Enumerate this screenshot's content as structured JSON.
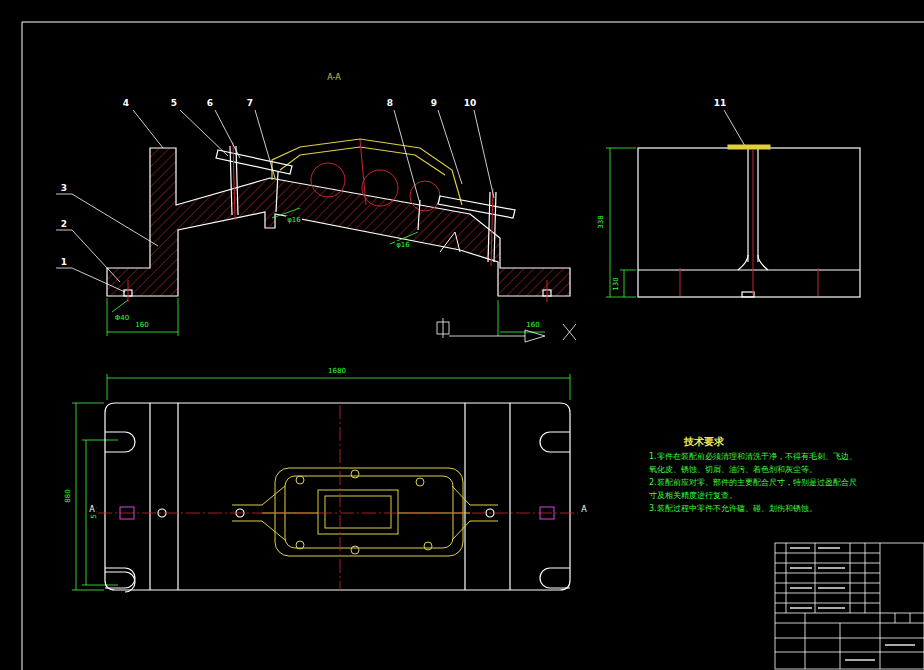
{
  "diagram": {
    "labels": [
      "A-A",
      "1",
      "2",
      "3",
      "4",
      "5",
      "6",
      "7",
      "8",
      "9",
      "10",
      "11",
      "Φ40",
      "160",
      "φ16",
      "φ16",
      "160",
      "338",
      "130",
      "1680",
      "880",
      "580",
      "A",
      "A",
      "技术要求",
      "1.零件在装配前必须清理和清洗干净，不得有毛刺、飞边、",
      "氧化皮、锈蚀、切屑、油污、着色剂和灰尘等。",
      "2.装配前应对零、部件的主要配合尺寸，特别是过盈配合尺",
      "寸及相关精度进行复查。",
      "3.装配过程中零件不允许磕、碰、划伤和锈蚀。"
    ]
  }
}
